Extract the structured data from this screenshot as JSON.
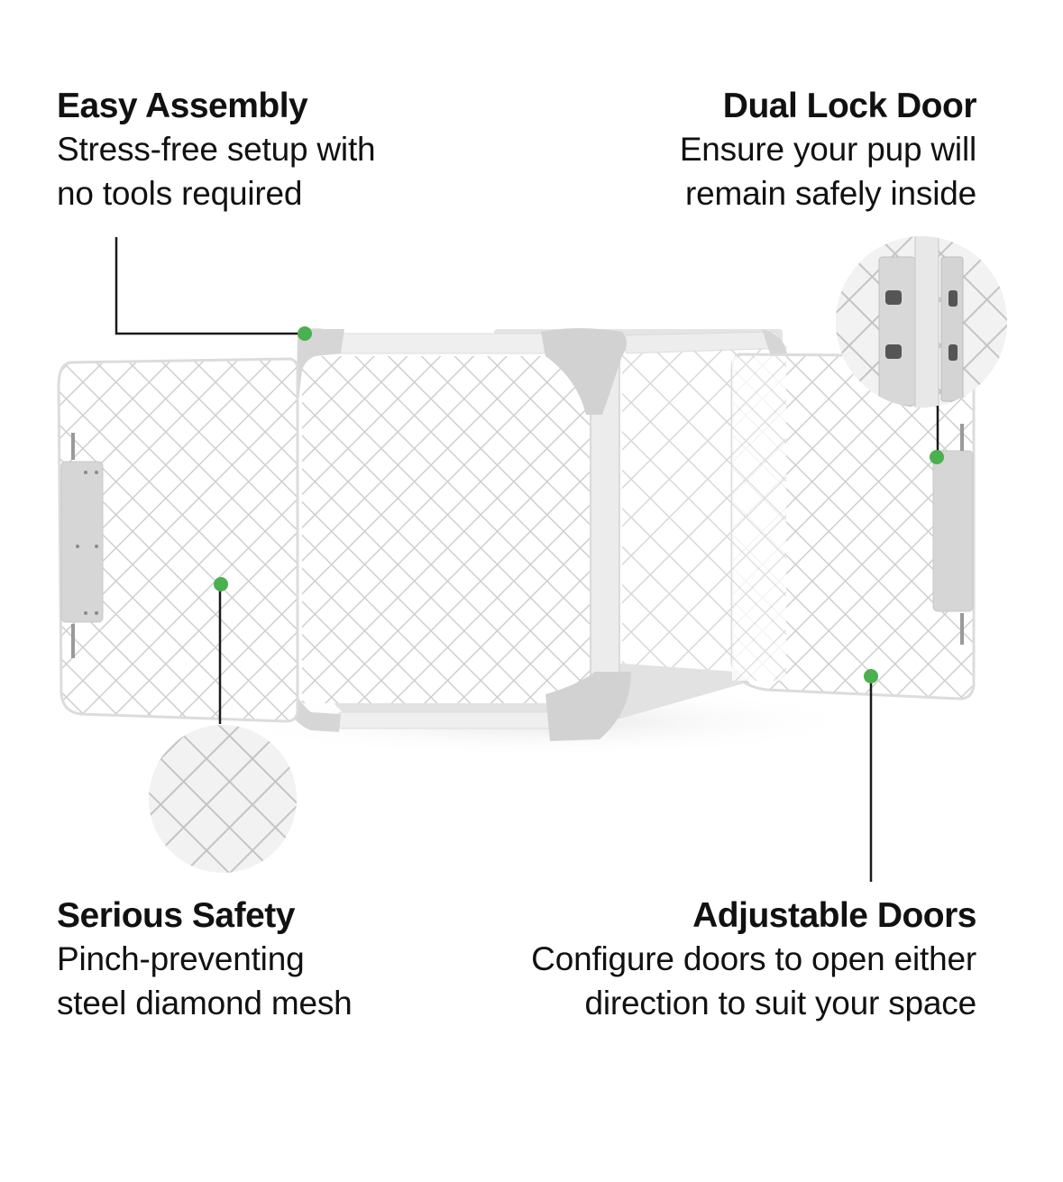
{
  "features": {
    "top_left": {
      "title": "Easy Assembly",
      "line1": "Stress-free setup with",
      "line2": "no tools required"
    },
    "top_right": {
      "title": "Dual Lock Door",
      "line1": "Ensure your pup will",
      "line2": "remain safely inside"
    },
    "bottom_left": {
      "title": "Serious Safety",
      "line1": "Pinch-preventing",
      "line2": "steel diamond mesh"
    },
    "bottom_right": {
      "title": "Adjustable Doors",
      "line1": "Configure doors to open either",
      "line2": "direction to suit your space"
    }
  },
  "colors": {
    "marker_dot": "#4caf50",
    "leader_line": "#1a1a1a",
    "crate_frame": "#d4d4d4",
    "crate_rail": "#ececec",
    "mesh": "#c9c9c9",
    "text": "#111111",
    "background": "#ffffff"
  },
  "product": {
    "image_subject": "dog-crate-with-open-doors"
  }
}
